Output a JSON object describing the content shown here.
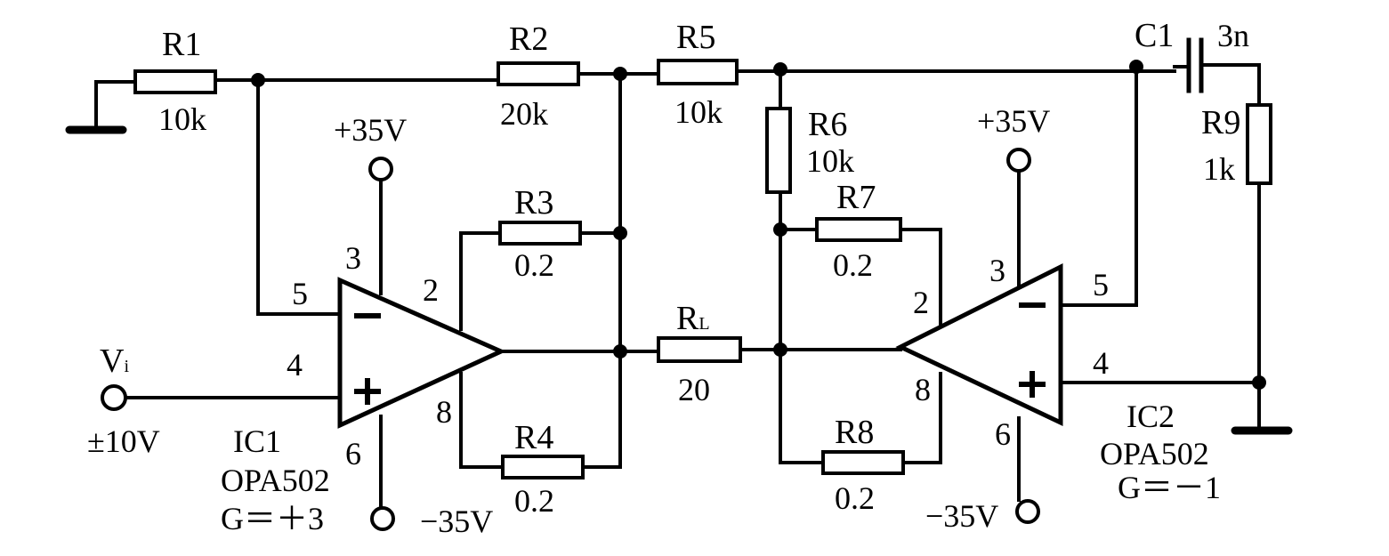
{
  "components": {
    "R1": {
      "name": "R1",
      "value": "10k"
    },
    "R2": {
      "name": "R2",
      "value": "20k"
    },
    "R3": {
      "name": "R3",
      "value": "0.2"
    },
    "R4": {
      "name": "R4",
      "value": "0.2"
    },
    "R5": {
      "name": "R5",
      "value": "10k"
    },
    "R6": {
      "name": "R6",
      "value": "10k"
    },
    "R7": {
      "name": "R7",
      "value": "0.2"
    },
    "R8": {
      "name": "R8",
      "value": "0.2"
    },
    "R9": {
      "name": "R9",
      "value": "1k"
    },
    "RL": {
      "name": "R",
      "subscript": "L",
      "value": "20"
    },
    "C1": {
      "name": "C1",
      "value": "3n"
    }
  },
  "ic1": {
    "name": "IC1",
    "part": "OPA502",
    "gain": "G＝＋3",
    "minus": "−",
    "plus": "+",
    "pins": {
      "p2": "2",
      "p3": "3",
      "p4": "4",
      "p5": "5",
      "p6": "6",
      "p8": "8"
    }
  },
  "ic2": {
    "name": "IC2",
    "part": "OPA502",
    "gain": "G＝－1",
    "minus": "−",
    "plus": "+",
    "pins": {
      "p2": "2",
      "p3": "3",
      "p4": "4",
      "p5": "5",
      "p6": "6",
      "p8": "8"
    }
  },
  "supply": {
    "pos": "+35V",
    "neg": "−35V"
  },
  "input": {
    "name": "V",
    "subscript": "i",
    "range": "±10V"
  }
}
